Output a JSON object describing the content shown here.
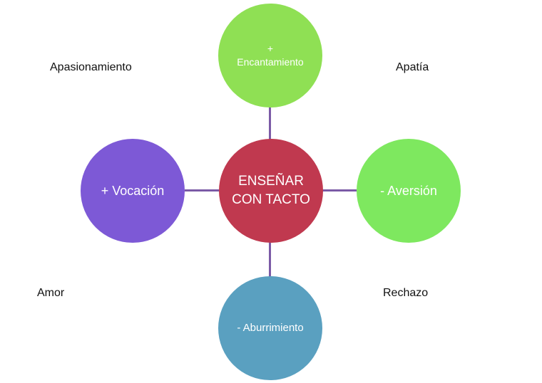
{
  "center": {
    "line1": "ENSEÑAR",
    "line2": "CON TACTO",
    "color": "#c0394f"
  },
  "top": {
    "line1": "+",
    "line2": "Encantamiento",
    "color": "#8fe054"
  },
  "left": {
    "text": "+ Vocación",
    "color": "#7d59d6"
  },
  "right": {
    "text": "- Aversión",
    "color": "#7ee85f"
  },
  "bottom": {
    "text": "- Aburrimiento",
    "color": "#5aa0c0"
  },
  "connector_color": "#7b5aa6",
  "quadrants": {
    "top_left": "Apasionamiento",
    "top_right": "Apatía",
    "bottom_left": "Amor",
    "bottom_right": "Rechazo"
  }
}
